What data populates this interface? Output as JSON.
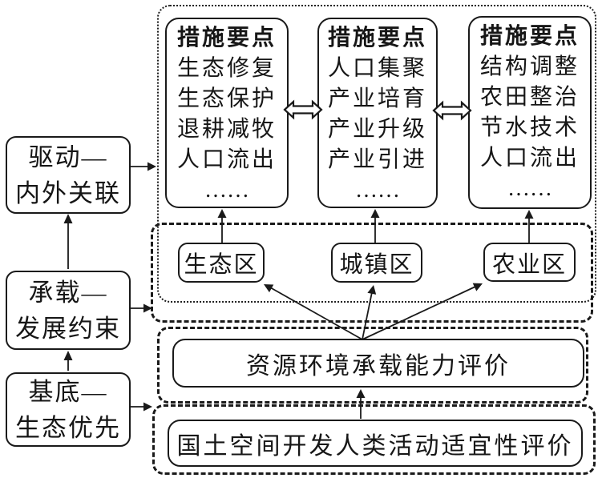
{
  "diagram": {
    "left_principles": [
      {
        "line1": "驱动—",
        "line2": "内外关联"
      },
      {
        "line1": "承载—",
        "line2": "发展约束"
      },
      {
        "line1": "基底—",
        "line2": "生态优先"
      }
    ],
    "measure_boxes": [
      {
        "title": "措施要点",
        "items": [
          "生态修复",
          "生态保护",
          "退耕减牧",
          "人口流出",
          "……"
        ]
      },
      {
        "title": "措施要点",
        "items": [
          "人口集聚",
          "产业培育",
          "产业升级",
          "产业引进",
          "……"
        ]
      },
      {
        "title": "措施要点",
        "items": [
          "结构调整",
          "农田整治",
          "节水技术",
          "人口流出",
          "……"
        ]
      }
    ],
    "zone_boxes": [
      {
        "label": "生态区"
      },
      {
        "label": "城镇区"
      },
      {
        "label": "农业区"
      }
    ],
    "evaluation_boxes": [
      {
        "label": "资源环境承载能力评价"
      },
      {
        "label": "国土空间开发人类活动适宜性评价"
      }
    ],
    "colors": {
      "line": "#1a1a1a",
      "background": "#ffffff"
    }
  }
}
